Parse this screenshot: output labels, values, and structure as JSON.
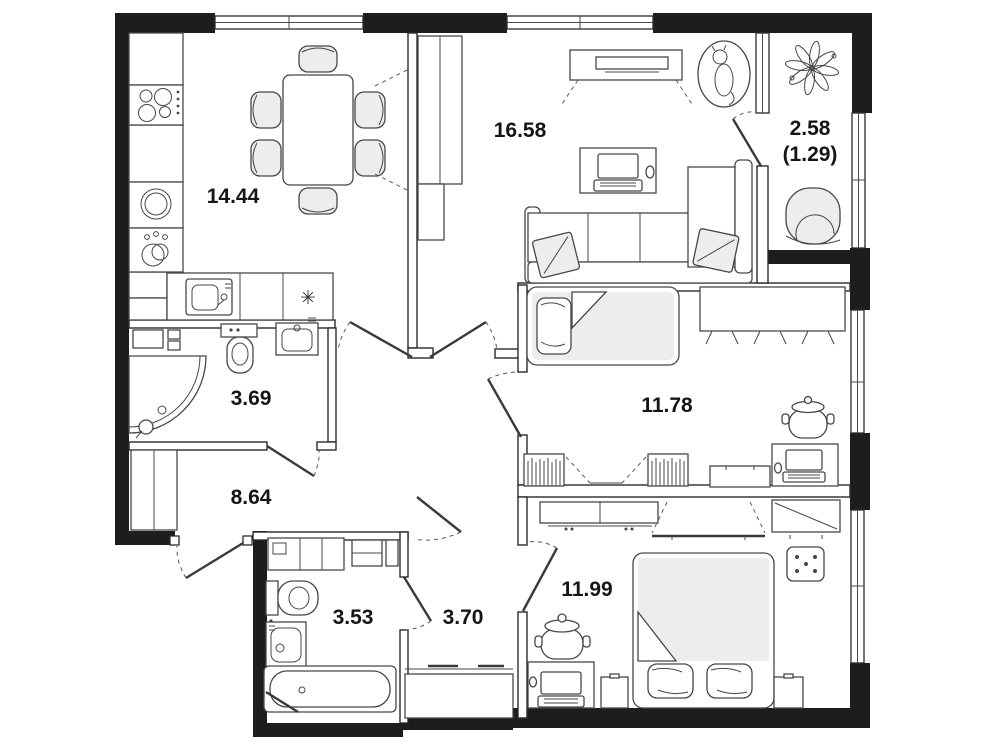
{
  "rooms": {
    "kitchen": {
      "area": "14.44"
    },
    "living_room": {
      "area": "16.58"
    },
    "balcony": {
      "area": "2.58",
      "area_secondary": "(1.29)"
    },
    "bathroom_1": {
      "area": "3.69"
    },
    "corridor": {
      "area": "8.64"
    },
    "bedroom_1": {
      "area": "11.78"
    },
    "bathroom_2": {
      "area": "3.53"
    },
    "hall": {
      "area": "3.70"
    },
    "bedroom_2": {
      "area": "11.99"
    }
  },
  "symbols": {
    "stove_asterisk": "✳"
  },
  "colors": {
    "background": "#ffffff",
    "exterior_wall": "#1d1d1d",
    "line": "#3f3f3f",
    "soft_furniture_fill": "#ededed",
    "label_text": "#151515"
  }
}
